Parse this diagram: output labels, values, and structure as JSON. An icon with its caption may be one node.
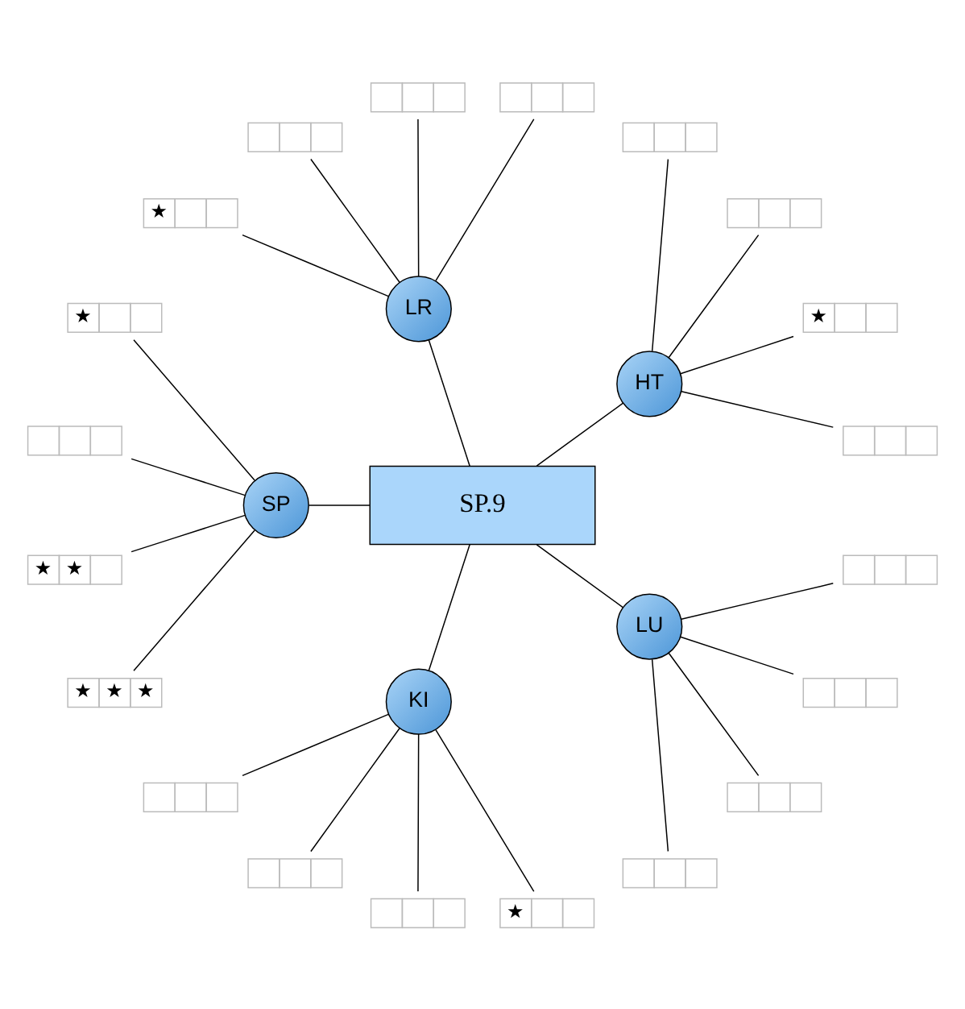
{
  "diagram": {
    "nodes": [
      {
        "text": [
          "SP.9"
        ]
      },
      {
        "text": [
          "HT"
        ]
      },
      {
        "text": [
          "LR"
        ]
      },
      {
        "text": [
          "SP"
        ]
      },
      {
        "text": [
          "KI"
        ]
      },
      {
        "text": [
          "LU"
        ]
      },
      {
        "text": [],
        "shape": "box"
      },
      {
        "text": [
          "★"
        ]
      },
      {
        "text": [],
        "shape": "box"
      },
      {
        "text": [],
        "shape": "box"
      },
      {
        "text": [],
        "shape": "box"
      },
      {
        "text": [],
        "shape": "box"
      },
      {
        "text": [],
        "shape": "box"
      },
      {
        "text": [
          "★"
        ]
      },
      {
        "text": [
          "★"
        ]
      },
      {
        "text": [],
        "shape": "box"
      },
      {
        "text": [
          "★",
          "★"
        ]
      },
      {
        "text": [
          "★",
          "★",
          "★"
        ]
      },
      {
        "text": [],
        "shape": "box"
      },
      {
        "text": [],
        "shape": "box"
      },
      {
        "text": [],
        "shape": "box"
      },
      {
        "text": [
          "★"
        ]
      },
      {
        "text": [],
        "shape": "box"
      },
      {
        "text": [],
        "shape": "box"
      },
      {
        "text": [],
        "shape": "box"
      },
      {
        "text": [],
        "shape": "box"
      }
    ],
    "edges": [
      {
        "from": 0,
        "to": 1,
        "arrow": "none"
      },
      {
        "from": 0,
        "to": 2,
        "arrow": "none"
      },
      {
        "from": 0,
        "to": 3,
        "arrow": "none"
      },
      {
        "from": 0,
        "to": 4,
        "arrow": "none"
      },
      {
        "from": 0,
        "to": 5,
        "arrow": "none"
      },
      {
        "from": 1,
        "to": 6,
        "arrow": "none"
      },
      {
        "from": 1,
        "to": 7,
        "arrow": "none"
      },
      {
        "from": 1,
        "to": 8,
        "arrow": "none"
      },
      {
        "from": 1,
        "to": 9,
        "arrow": "none"
      },
      {
        "from": 2,
        "to": 10,
        "arrow": "none"
      },
      {
        "from": 2,
        "to": 11,
        "arrow": "none"
      },
      {
        "from": 2,
        "to": 12,
        "arrow": "none"
      },
      {
        "from": 2,
        "to": 13,
        "arrow": "none"
      },
      {
        "from": 3,
        "to": 14,
        "arrow": "none"
      },
      {
        "from": 3,
        "to": 15,
        "arrow": "none"
      },
      {
        "from": 3,
        "to": 16,
        "arrow": "none"
      },
      {
        "from": 3,
        "to": 17,
        "arrow": "none"
      },
      {
        "from": 4,
        "to": 18,
        "arrow": "none"
      },
      {
        "from": 4,
        "to": 19,
        "arrow": "none"
      },
      {
        "from": 4,
        "to": 20,
        "arrow": "none"
      },
      {
        "from": 4,
        "to": 21,
        "arrow": "none"
      },
      {
        "from": 5,
        "to": 22,
        "arrow": "none"
      },
      {
        "from": 5,
        "to": 23,
        "arrow": "none"
      },
      {
        "from": 5,
        "to": 24,
        "arrow": "none"
      },
      {
        "from": 5,
        "to": 25,
        "arrow": "none"
      }
    ]
  }
}
